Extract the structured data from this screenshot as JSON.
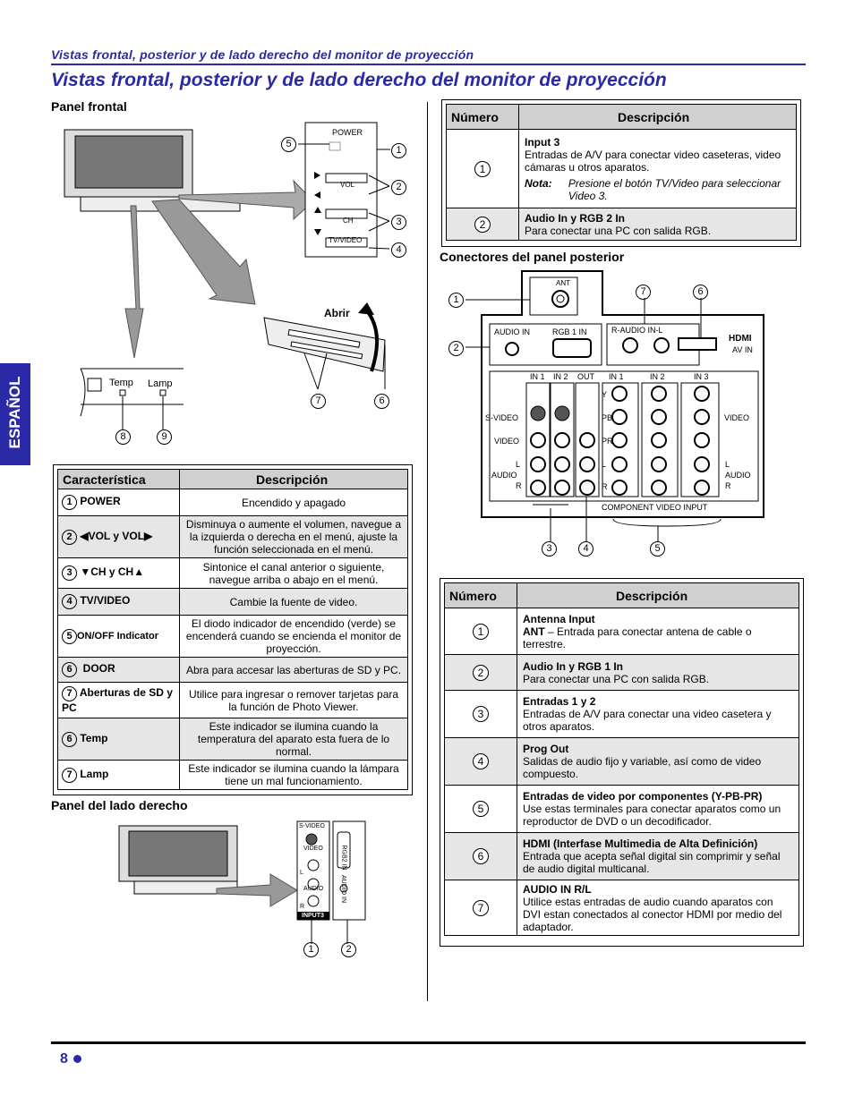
{
  "header": {
    "running_title": "Vistas frontal, posterior y de lado derecho del monitor de proyección",
    "title": "Vistas frontal, posterior y de lado derecho del monitor de proyección"
  },
  "side_tab": "ESPAÑOL",
  "front": {
    "section": "Panel frontal",
    "power": "POWER",
    "vol": "VOL",
    "ch": "CH",
    "tvvideo": "TV/VIDEO",
    "abrir": "Abrir",
    "temp": "Temp",
    "lamp": "Lamp",
    "callouts": [
      "5",
      "1",
      "2",
      "3",
      "4",
      "7",
      "6",
      "8",
      "9"
    ]
  },
  "features_table": {
    "headers": [
      "Característica",
      "Descripción"
    ],
    "rows": [
      {
        "n": "1",
        "name": "POWER",
        "desc": "Encendido y apagado"
      },
      {
        "n": "2",
        "name": "◀VOL y VOL▶",
        "desc": "Disminuya o aumente el volumen, navegue a la izquierda o derecha en el menú, ajuste la función seleccionada en el menú."
      },
      {
        "n": "3",
        "name": "▼CH y CH▲",
        "desc": "Sintonice el canal anterior o siguiente, navegue arriba o abajo en el menú."
      },
      {
        "n": "4",
        "name": "TV/VIDEO",
        "desc": "Cambie la fuente de video."
      },
      {
        "n": "5",
        "name": "ON/OFF Indicator",
        "desc": "El diodo indicador de encendido (verde) se encenderá cuando se encienda el monitor de proyección."
      },
      {
        "n": "6",
        "name": "DOOR",
        "desc": "Abra para accesar las aberturas de SD y PC."
      },
      {
        "n": "7",
        "name": "Aberturas de SD y PC",
        "desc": "Utilice para ingresar o remover tarjetas para la función de Photo Viewer."
      },
      {
        "n": "6",
        "name": "Temp",
        "desc": "Este indicador se ilumina cuando la temperatura del aparato esta fuera de lo normal."
      },
      {
        "n": "7",
        "name": "Lamp",
        "desc": "Este indicador se ilumina cuando la lámpara tiene un mal funcionamiento."
      }
    ]
  },
  "right_side": {
    "section": "Panel del lado derecho",
    "svideo": "S-VIDEO",
    "video": "VIDEO",
    "l": "L",
    "audio": "AUDIO",
    "r": "R",
    "input3": "INPUT3",
    "rgb2": "RGB2 IN",
    "audio_in": "AUDIO IN",
    "callouts": [
      "1",
      "2"
    ]
  },
  "side_table": {
    "headers": [
      "Número",
      "Descripción"
    ],
    "rows": [
      {
        "n": "1",
        "title": "Input 3",
        "text": "Entradas de A/V para conectar video caseteras, video cámaras u otros aparatos.",
        "note_label": "Nota:",
        "note": "Presione el botón TV/Video para seleccionar Video 3."
      },
      {
        "n": "2",
        "title": "Audio In y RGB 2 In",
        "text": "Para conectar una PC con salida RGB."
      }
    ]
  },
  "rear": {
    "section": "Conectores del panel posterior",
    "ant": "ANT",
    "audio_in": "AUDIO IN",
    "rgb1": "RGB 1 IN",
    "raudio": "R-AUDIO IN-L",
    "hdmi": "HDMI",
    "av_in": "AV IN",
    "in1": "IN 1",
    "in2": "IN 2",
    "out": "OUT",
    "in3": "IN 3",
    "svideo": "S-VIDEO",
    "video": "VIDEO",
    "l": "L",
    "audio": "AUDIO",
    "r": "R",
    "y": "Y",
    "pb": "PB",
    "pr": "PR",
    "component": "COMPONENT VIDEO INPUT",
    "callouts": [
      "1",
      "2",
      "7",
      "6",
      "3",
      "4",
      "5"
    ]
  },
  "rear_table": {
    "headers": [
      "Número",
      "Descripción"
    ],
    "rows": [
      {
        "n": "1",
        "title": "Antenna Input",
        "title2": "ANT",
        "text": " – Entrada para conectar antena de cable o terrestre."
      },
      {
        "n": "2",
        "title": "Audio In y RGB 1 In",
        "text": "Para conectar una PC con salida RGB."
      },
      {
        "n": "3",
        "title": "Entradas 1 y 2",
        "text": "Entradas de A/V para conectar una video casetera y otros aparatos."
      },
      {
        "n": "4",
        "title": "Prog Out",
        "text": "Salidas de audio fijo y variable, así como de video compuesto."
      },
      {
        "n": "5",
        "title": "Entradas de video por componentes  (Y-PB-PR)",
        "text": "Use estas terminales para conectar aparatos como un reproductor de DVD o un decodificador."
      },
      {
        "n": "6",
        "title": "HDMI (Interfase Multimedia de Alta Definición)",
        "text": "Entrada que acepta señal digital sin comprimir y señal de audio digital multicanal."
      },
      {
        "n": "7",
        "title": "AUDIO IN R/L",
        "text": "Utilice estas entradas de audio cuando aparatos con DVI estan conectados al conector HDMI por medio del adaptador."
      }
    ]
  },
  "footer": {
    "page": "8"
  }
}
